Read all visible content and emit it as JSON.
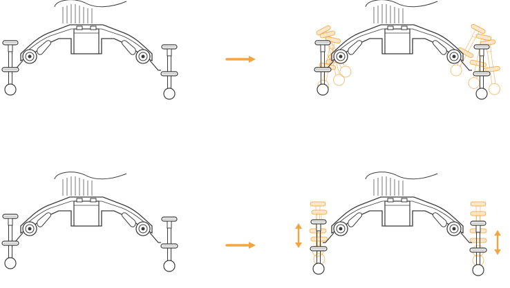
{
  "figure": {
    "panels": [
      {
        "id": "top-before",
        "state": "neutral"
      },
      {
        "id": "top-after",
        "state": "rotated-ghosts"
      },
      {
        "id": "bottom-before",
        "state": "neutral"
      },
      {
        "id": "bottom-after",
        "state": "height-adjust-ghosts"
      }
    ],
    "transition_arrows": [
      {
        "id": "top-arrow"
      },
      {
        "id": "bottom-arrow"
      }
    ],
    "colors": {
      "line": "#3a3a3a",
      "accent": "#f2a541",
      "ghost": "#f7c98a",
      "background": "#ffffff"
    },
    "icons": [
      "right-arrow-icon",
      "vertical-double-arrow-icon"
    ]
  }
}
